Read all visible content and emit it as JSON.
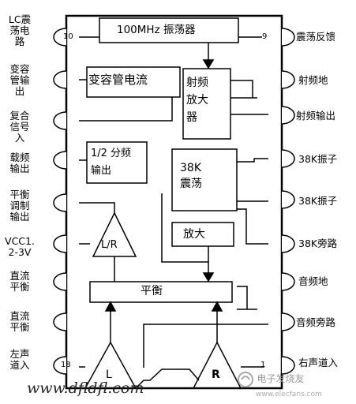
{
  "blocks": {
    "oscillator_100mhz": "100MHz 振荡器",
    "varactor": "变容管电流",
    "rf_amp": "射频\n放大\n器",
    "divider": "1/2 分频\n输出",
    "osc_38k": "38K\n震荡",
    "amp": "放大",
    "lr": "L/R",
    "balance": "平衡",
    "left_amp": "L",
    "right_amp": "R"
  },
  "pins_left": [
    {
      "label": "LC震\n荡电\n路",
      "num": "10"
    },
    {
      "label": "变容\n管输\n出"
    },
    {
      "label": "复合\n信号\n入"
    },
    {
      "label": "载频\n输出"
    },
    {
      "label": "平衡\n调制\n输出"
    },
    {
      "label": "VCC1.\n2-3V"
    },
    {
      "label": "直流\n平衡"
    },
    {
      "label": "直流\n平衡"
    },
    {
      "label": "左声\n道入",
      "num": "18"
    }
  ],
  "pins_right": [
    {
      "label": "震荡反馈",
      "num": "9"
    },
    {
      "label": "射频地"
    },
    {
      "label": "射频输出"
    },
    {
      "label": "38K振子"
    },
    {
      "label": "38K振子"
    },
    {
      "label": "38K旁路"
    },
    {
      "label": "音频地"
    },
    {
      "label": "音频旁路"
    },
    {
      "label": "右声道入",
      "num": "1"
    }
  ],
  "watermark": {
    "site": "www.dfldfl.com",
    "brand": "电子发烧友",
    "brand_url": "www.elecfans.com"
  }
}
